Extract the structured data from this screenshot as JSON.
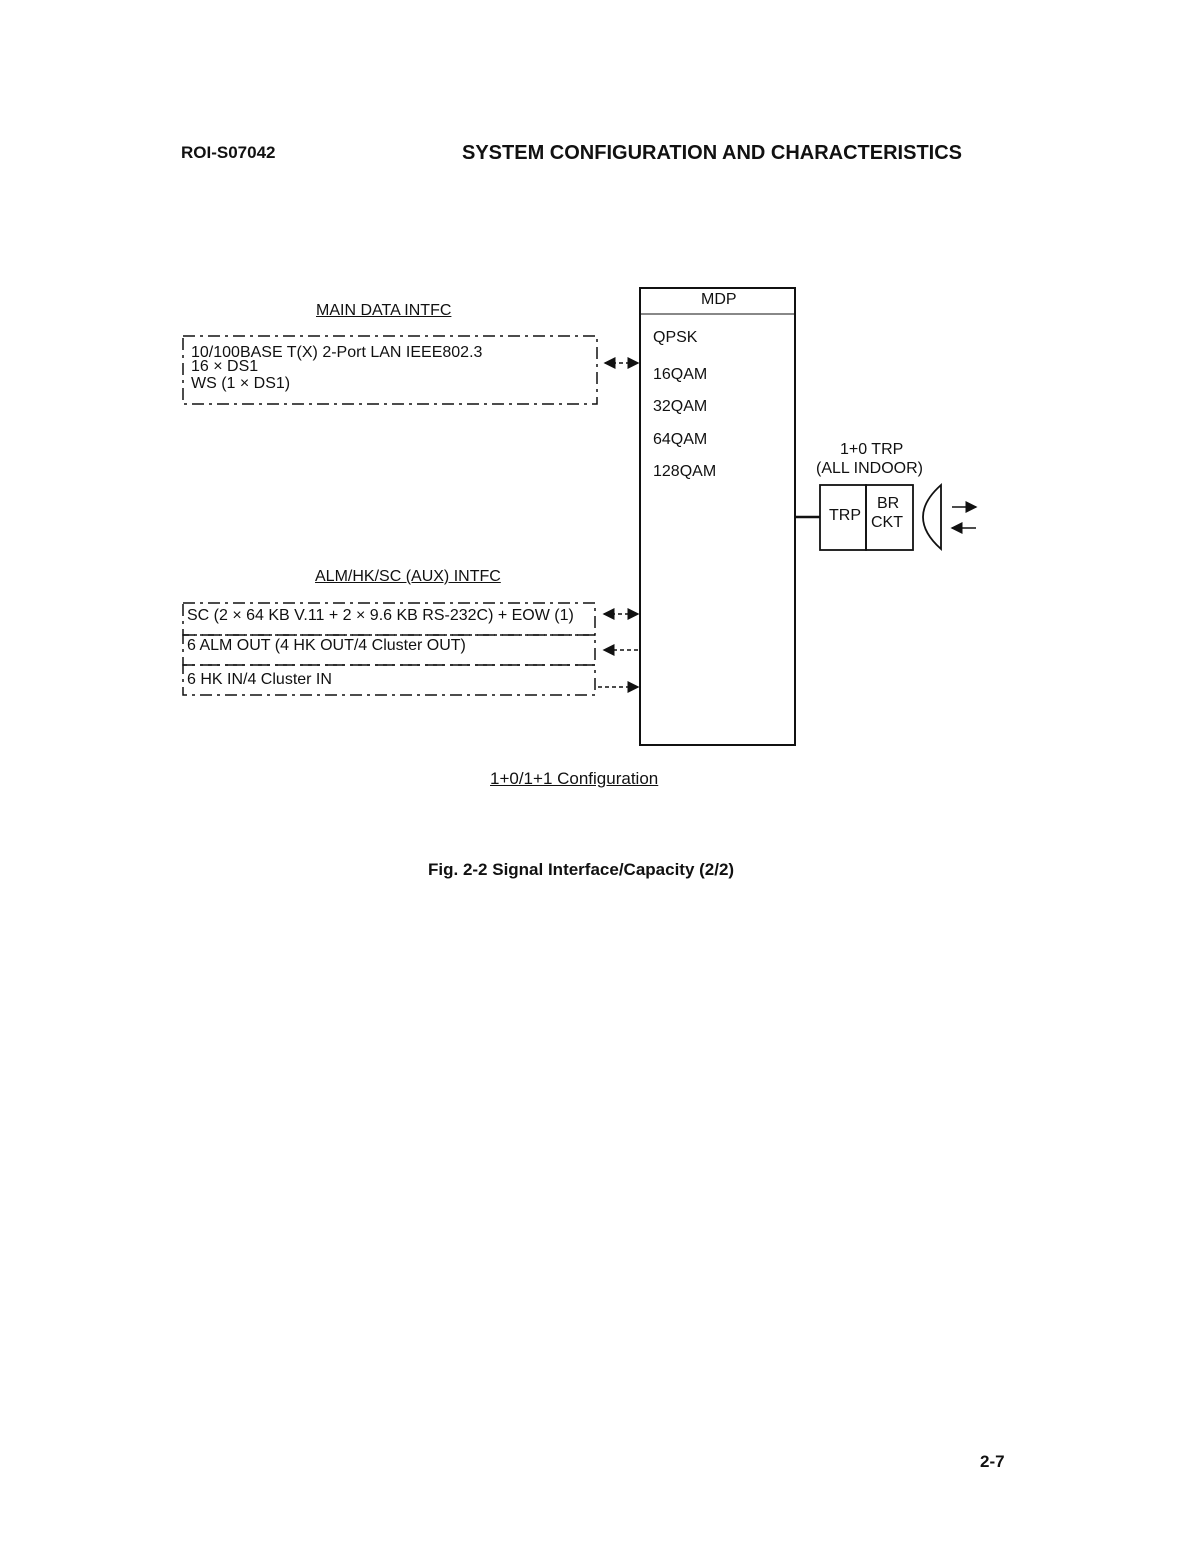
{
  "header": {
    "doc_id": "ROI-S07042",
    "title": "SYSTEM CONFIGURATION AND CHARACTERISTICS"
  },
  "diagram": {
    "main_data": {
      "heading": "MAIN DATA INTFC",
      "lines": [
        "10/100BASE T(X) 2-Port LAN IEEE802.3",
        "16 × DS1",
        "WS (1 × DS1)"
      ]
    },
    "aux": {
      "heading": "ALM/HK/SC (AUX) INTFC",
      "rows": [
        "SC (2 × 64 KB V.11 + 2 × 9.6 KB RS-232C) + EOW (1)",
        "6 ALM OUT (4 HK OUT/4 Cluster OUT)",
        "6 HK IN/4 Cluster IN"
      ]
    },
    "mdp": {
      "title": "MDP",
      "modulations": [
        "QPSK",
        "16QAM",
        "32QAM",
        "64QAM",
        "128QAM"
      ]
    },
    "trp": {
      "heading_line1": "1+0 TRP",
      "heading_line2": "(ALL INDOOR)",
      "trp_label": "TRP",
      "br_line1": "BR",
      "br_line2": "CKT"
    },
    "config_label": "1+0/1+1 Configuration"
  },
  "caption": "Fig. 2-2  Signal Interface/Capacity (2/2)",
  "page_number": "2-7"
}
